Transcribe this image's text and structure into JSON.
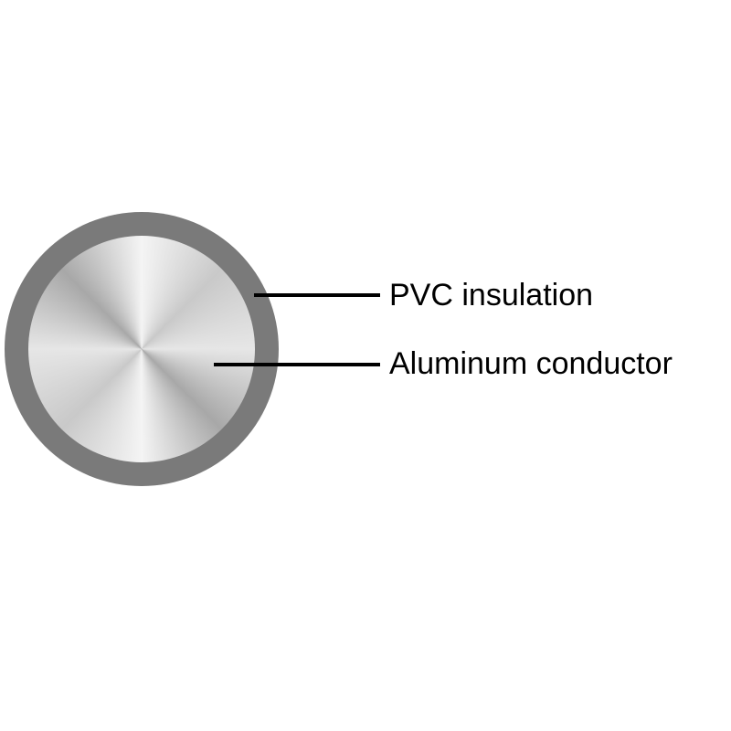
{
  "diagram": {
    "layers": [
      {
        "id": "insulation",
        "label": "PVC insulation",
        "color": "#7a7a7a"
      },
      {
        "id": "conductor",
        "label": "Aluminum conductor",
        "colors": [
          "#f4f4f4",
          "#c9c9c9",
          "#e6e6e6",
          "#a8a8a8"
        ]
      }
    ],
    "leader_color": "#000000",
    "label_color": "#000000",
    "background": "#ffffff"
  }
}
